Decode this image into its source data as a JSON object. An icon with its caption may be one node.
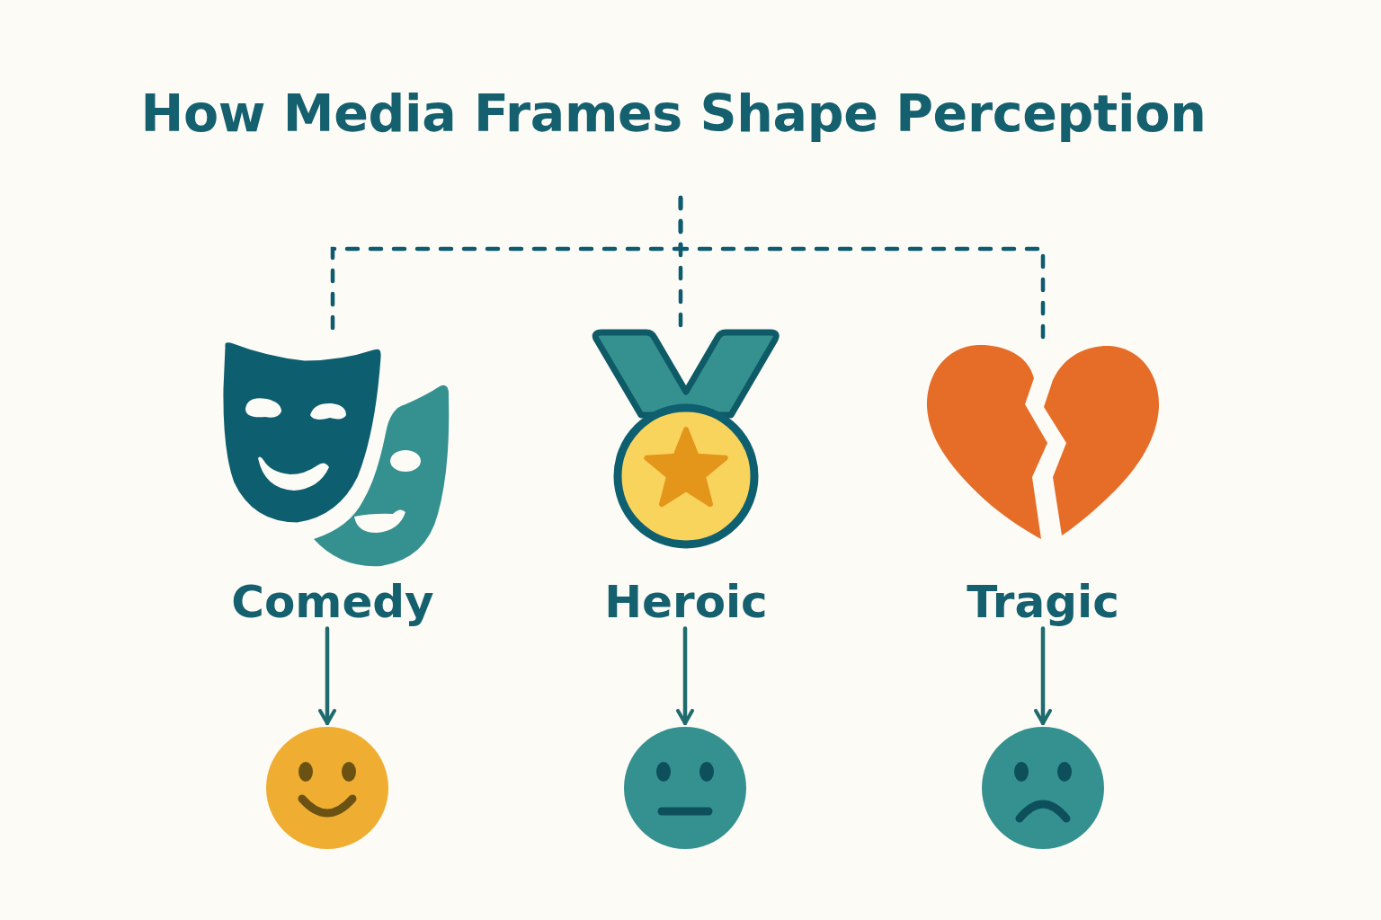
{
  "diagram": {
    "title": "How Media Frames Shape Perception",
    "nodes": [
      {
        "text": [],
        "shape": "picture",
        "beside": [
          "Comedy"
        ]
      },
      {
        "text": [],
        "shape": "picture",
        "beside": [
          "Heroic"
        ]
      },
      {
        "text": [],
        "shape": "picture",
        "beside": [
          "Tragic"
        ]
      },
      {
        "text": [],
        "shape": "picture"
      },
      {
        "text": [],
        "shape": "picture"
      },
      {
        "text": [],
        "shape": "picture"
      }
    ],
    "edges": [
      {
        "from": null,
        "to": 0,
        "arrow": "none",
        "style": "dashed"
      },
      {
        "from": null,
        "to": 1,
        "arrow": "none",
        "style": "dashed"
      },
      {
        "from": null,
        "to": 2,
        "arrow": "none",
        "style": "dashed"
      },
      {
        "from": 0,
        "to": 3,
        "arrow": "to"
      },
      {
        "from": 1,
        "to": 4,
        "arrow": "to"
      },
      {
        "from": 2,
        "to": 5,
        "arrow": "to"
      }
    ]
  }
}
